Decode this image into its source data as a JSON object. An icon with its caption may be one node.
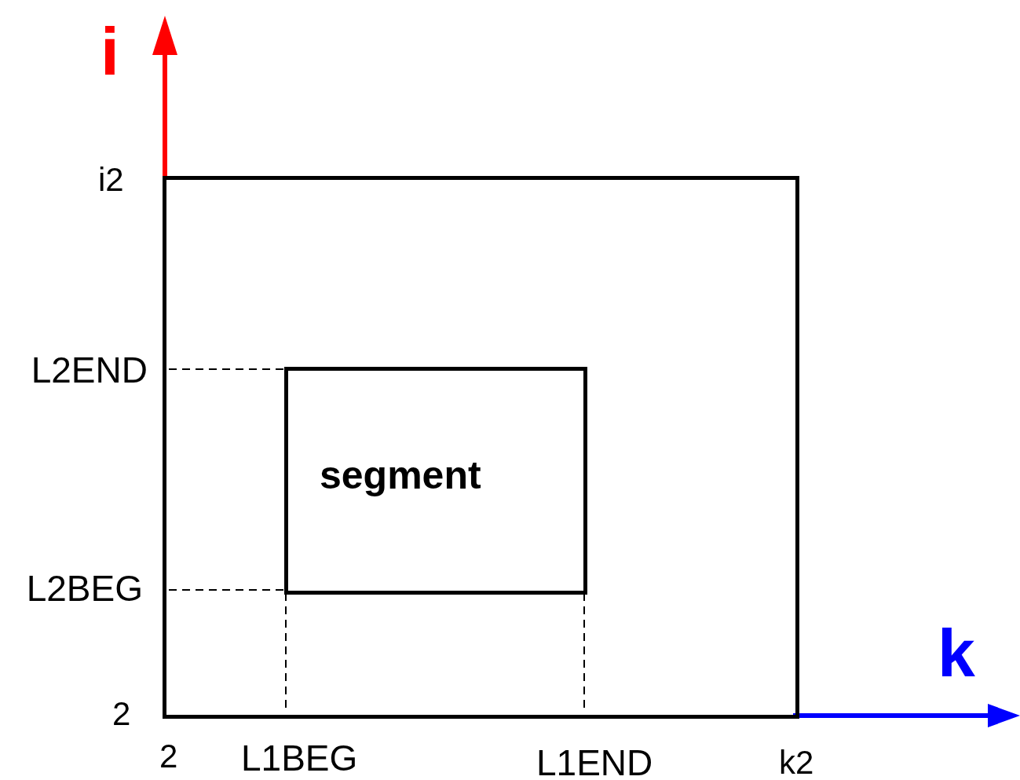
{
  "diagram": {
    "nodes": [
      {
        "text": [],
        "shape": "box"
      },
      {
        "text": [
          "segment"
        ],
        "in": 0
      }
    ],
    "labels": [
      "i",
      "i2",
      "L2END",
      "L2BEG",
      "k",
      "2",
      "2",
      "L1BEG",
      "L1END",
      "k2"
    ]
  }
}
